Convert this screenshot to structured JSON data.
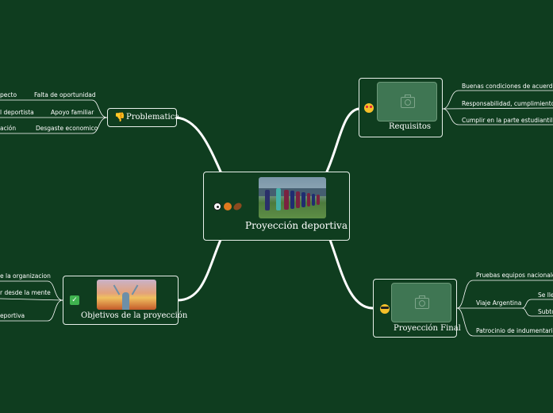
{
  "central": {
    "title": "Proyección deportiva"
  },
  "problematica": {
    "title": "Problematica",
    "leaves": [
      "Falta de oportunidad",
      "Apoyo familiar",
      "Desgaste economico"
    ],
    "cut_leaves": [
      "pecto",
      "l deportista",
      "ación"
    ]
  },
  "objetivos": {
    "title": "Objetivos de la proyección",
    "cut_leaves": [
      "e la organizacion",
      "r desde la mente",
      "eportiva"
    ]
  },
  "requisitos": {
    "title": "Requisitos",
    "leaves": [
      "Buenas condiciones de acuerdo a s",
      "Responsabilidad, cumplimiento, est",
      "Cumplir en la parte estudiantil del"
    ]
  },
  "proyeccion_final": {
    "title": "Proyección Final",
    "leaves": [
      "Pruebas equipos nacionales",
      "Viaje Argentina",
      "Patrocinio de indumentarias"
    ],
    "sub_leaves": [
      "Se lle",
      "Subto"
    ]
  },
  "icons": {
    "problematica": "thumbs-down-icon",
    "objetivos": "check-mark-icon",
    "requisitos": "heart-eyes-icon",
    "proyeccion_final": "sunglasses-face-icon",
    "central": [
      "soccer-ball-icon",
      "basketball-icon",
      "football-icon"
    ]
  },
  "colors": {
    "background": "#0f3d1f",
    "line": "#ffffff",
    "placeholder": "#3f7653"
  }
}
